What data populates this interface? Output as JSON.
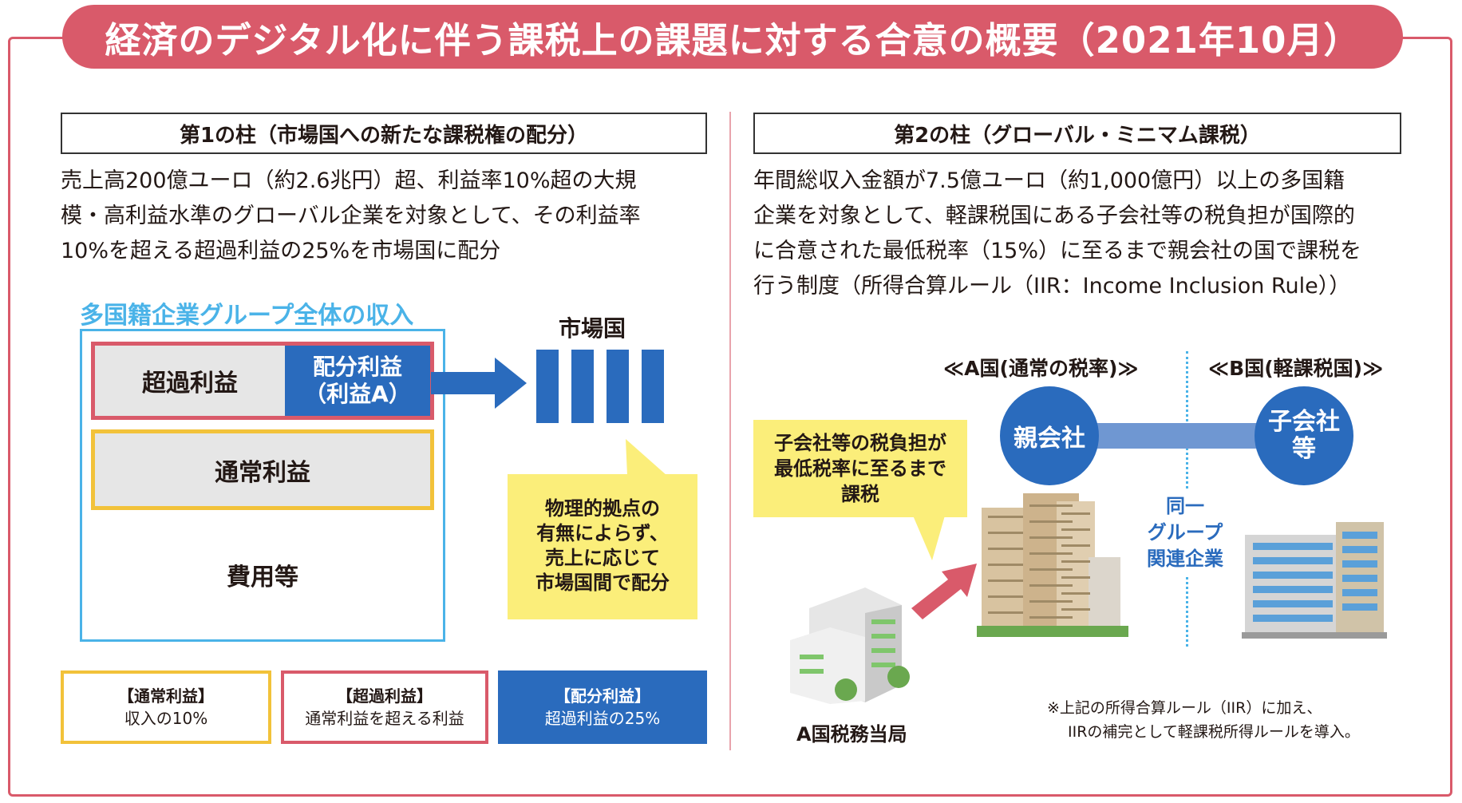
{
  "title": "経済のデジタル化に伴う課税上の課題に対する合意の概要（2021年10月）",
  "pillar1": {
    "heading": "第1の柱（市場国への新たな課税権の配分）",
    "description": [
      "売上高200億ユーロ（約2.6兆円）超、利益率10%超の大規",
      "模・高利益水準のグローバル企業を対象として、その利益率",
      "10%を超える超過利益の25%を市場国に配分"
    ],
    "group_label": "多国籍企業グループ全体の収入",
    "excess_profit": "超過利益",
    "allocated_profit": "配分利益\n（利益A）",
    "normal_profit": "通常利益",
    "expenses": "費用等",
    "market_label": "市場国",
    "callout": "物理的拠点の\n有無によらず、\n売上に応じて\n市場国間で配分",
    "legend": [
      {
        "title": "【通常利益】",
        "text": "収入の10%",
        "color": "#f2c23a"
      },
      {
        "title": "【超過利益】",
        "text": "通常利益を超える利益",
        "color": "#d95a6a"
      },
      {
        "title": "【配分利益】",
        "text": "超過利益の25%",
        "color": "#2a6bbd"
      }
    ]
  },
  "pillar2": {
    "heading": "第2の柱（グローバル・ミニマム課税）",
    "description": [
      "年間総収入金額が7.5億ユーロ（約1,000億円）以上の多国籍",
      "企業を対象として、軽課税国にある子会社等の税負担が国際的",
      "に合意された最低税率（15%）に至るまで親会社の国で課税を",
      "行う制度（所得合算ルール（IIR：Income Inclusion Rule））"
    ],
    "country_a": "≪A国(通常の税率)≫",
    "country_b": "≪B国(軽課税国)≫",
    "parent": "親会社",
    "subsidiary": "子会社\n等",
    "same_group": "同一\nグループ\n関連企業",
    "callout": "子会社等の税負担が\n最低税率に至るまで\n課税",
    "tax_authority": "A国税務当局",
    "note": [
      "※上記の所得合算ルール（IIR）に加え、",
      "IIRの補完として軽課税所得ルールを導入。"
    ]
  },
  "colors": {
    "accent": "#d95a6a",
    "blue": "#2a6bbd",
    "light_blue": "#4ab3e8",
    "yellow": "#f2c23a",
    "callout_yellow": "#fbee7a"
  }
}
